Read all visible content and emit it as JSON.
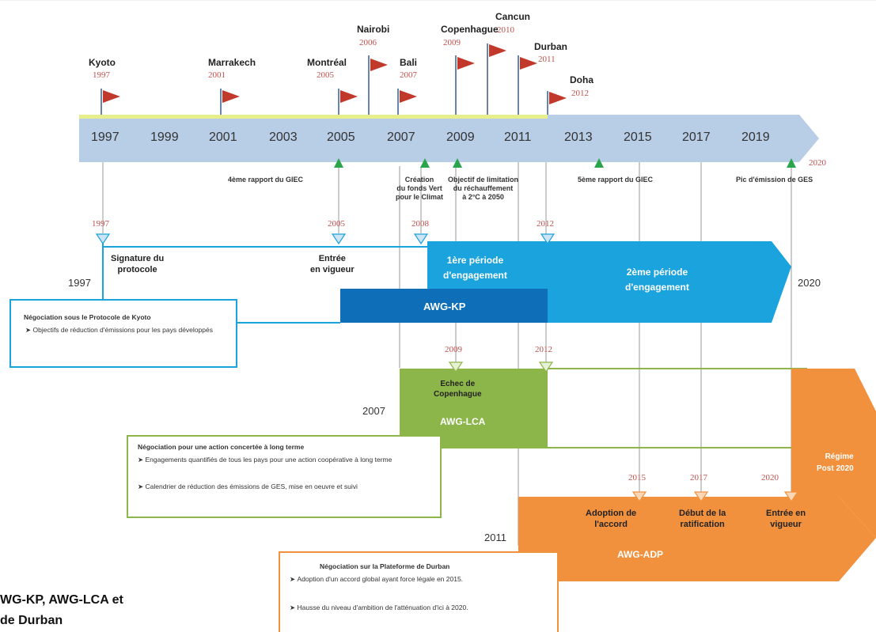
{
  "timeline": {
    "years": [
      "1997",
      "1999",
      "2001",
      "2003",
      "2005",
      "2007",
      "2009",
      "2011",
      "2013",
      "2015",
      "2017",
      "2019"
    ],
    "end_year": "2020"
  },
  "conferences": [
    {
      "city": "Kyoto",
      "year": "1997"
    },
    {
      "city": "Marrakech",
      "year": "2001"
    },
    {
      "city": "Montréal",
      "year": "2005"
    },
    {
      "city": "Nairobi",
      "year": "2006"
    },
    {
      "city": "Bali",
      "year": "2007"
    },
    {
      "city": "Copenhague",
      "year": "2009"
    },
    {
      "city": "Cancun",
      "year": "2010"
    },
    {
      "city": "Durban",
      "year": "2011"
    },
    {
      "city": "Doha",
      "year": "2012"
    }
  ],
  "events": {
    "giec4": "4ème rapport du GIEC",
    "fonds_vert": [
      "Création",
      "du fonds Vert",
      "pour le Climat"
    ],
    "objectif": [
      "Objectif de limitation",
      "du réchauffement",
      "à 2°C à 2050"
    ],
    "giec5": "5ème rapport du GIEC",
    "pic": "Pic d'émission de GES"
  },
  "kyoto_track": {
    "markers": [
      "1997",
      "2005",
      "2008",
      "2012"
    ],
    "signature": [
      "Signature du",
      "protocole"
    ],
    "entree": [
      "Entrée",
      "en vigueur"
    ],
    "start_year": "1997",
    "end_year": "2020",
    "period1": [
      "1ère période",
      "d'engagement"
    ],
    "period2": [
      "2ème période",
      "d'engagement"
    ],
    "bar_label": "AWG-KP",
    "nego_title": "Négociation sous le Protocole de Kyoto",
    "nego_items": [
      "Objectifs de réduction d'émissions pour les pays développés"
    ]
  },
  "lca_track": {
    "markers": [
      "2009",
      "2012"
    ],
    "start_year": "2007",
    "echec": [
      "Echec de",
      "Copenhague"
    ],
    "bar_label": "AWG-LCA",
    "nego_title": "Négociation pour une action concertée à long terme",
    "nego_items": [
      "Engagements quantifiés de tous les pays pour une action coopérative à long terme",
      "Calendrier de réduction des émissions de GES, mise en oeuvre et suivi"
    ]
  },
  "adp_track": {
    "markers": [
      "2015",
      "2017",
      "2020"
    ],
    "start_year": "2011",
    "adoption": [
      "Adoption de",
      "l'accord"
    ],
    "debut": [
      "Début de la",
      "ratification"
    ],
    "entree": [
      "Entrée en",
      "vigueur"
    ],
    "bar_label": "AWG-ADP",
    "regime": [
      "Régime",
      "Post 2020"
    ],
    "nego_title": "Négociation sur la Plateforme de Durban",
    "nego_items": [
      "Adoption d'un accord global ayant force légale en 2015.",
      "Hausse du niveau d'ambition de l'atténuation d'ici à 2020."
    ]
  },
  "caption": [
    "WG-KP, AWG-LCA et",
    "de Durban"
  ],
  "colors": {
    "timeline": "#b8cde6",
    "kyoto_light": "#1aa3dc",
    "kyoto_dark": "#0e6fb8",
    "lca": "#8db64a",
    "adp": "#f2913d",
    "flag": "#c0392b",
    "triangle": "#2aa54b"
  }
}
